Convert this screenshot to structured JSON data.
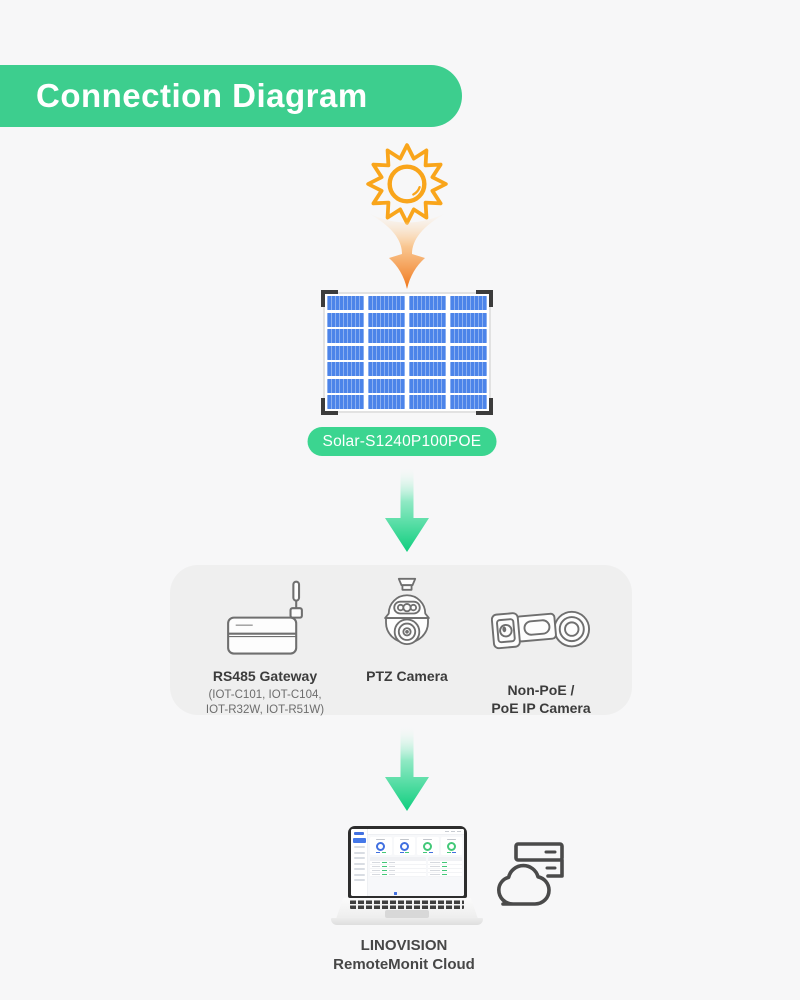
{
  "page": {
    "background": "#f7f7f8"
  },
  "banner": {
    "title": "Connection Diagram",
    "bg_color": "#3dce8e",
    "text_color": "#ffffff"
  },
  "solar": {
    "sun_icon": "sun-icon",
    "sunlight_arrow_icon": "sunlight-arrow-icon",
    "panel_icon": "solar-panel-icon",
    "panel_label": "Solar-S1240P100POE",
    "label_bg": "#3bd590",
    "cell_color": "#4c84e9"
  },
  "flow": {
    "arrow_icon": "down-arrow-icon",
    "arrow_color": "#17ce84",
    "sun_arrow_color": "#f58220"
  },
  "devices_panel": {
    "background": "#efefef",
    "items": [
      {
        "icon": "rs485-gateway-icon",
        "name": "RS485 Gateway",
        "subtitle_line1": "(IOT-C101, IOT-C104,",
        "subtitle_line2": "IOT-R32W, IOT-R51W)"
      },
      {
        "icon": "ptz-camera-icon",
        "name": "PTZ Camera"
      },
      {
        "icon": "bullet-camera-icon",
        "name_line1": "Non-PoE /",
        "name_line2": "PoE IP Camera"
      }
    ]
  },
  "cloud_section": {
    "laptop_icon": "laptop-dashboard-icon",
    "cloud_server_icon": "cloud-server-icon",
    "dashboard_donut_colors": [
      "#4170e0",
      "#4170e0",
      "#43c878",
      "#43c878"
    ],
    "label_line1": "LINOVISION",
    "label_line2": "RemoteMonit Cloud"
  }
}
